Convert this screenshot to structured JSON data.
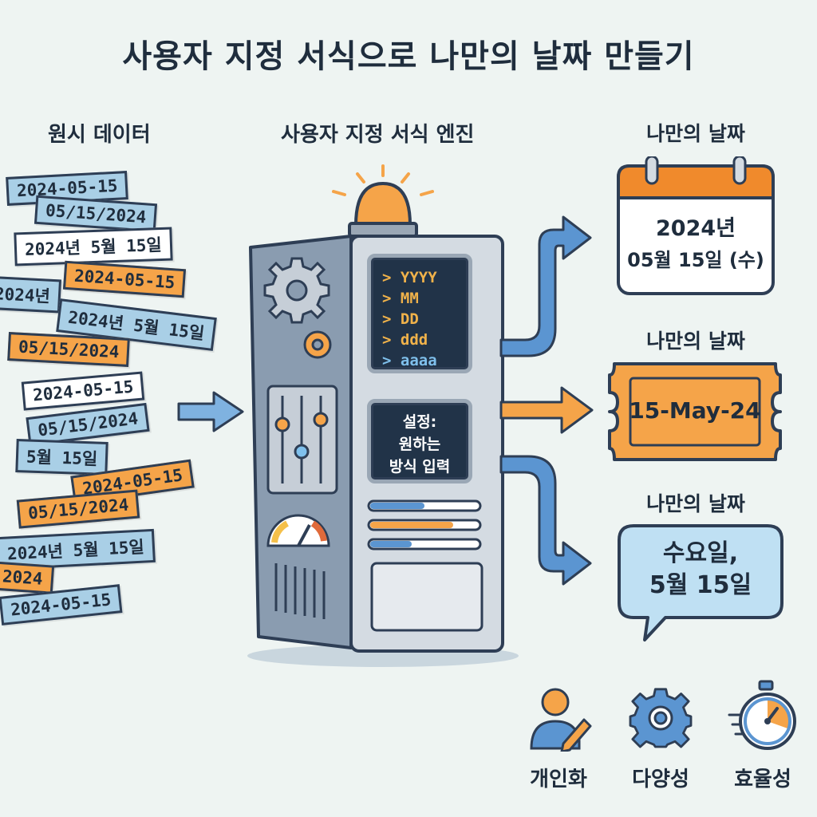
{
  "title": "사용자 지정 서식으로 나만의 날짜 만들기",
  "columns": {
    "raw": "원시 데이터",
    "engine": "사용자 지정 서식 엔진",
    "output": "나만의 날짜"
  },
  "raw_tags": [
    {
      "text": "2024-05-15",
      "color": "blue"
    },
    {
      "text": "05/15/2024",
      "color": "blue"
    },
    {
      "text": "2024년 5월 15일",
      "color": "white"
    },
    {
      "text": "2024년",
      "color": "blue"
    },
    {
      "text": "2024-05-15",
      "color": "orange"
    },
    {
      "text": "2024년 5월 15일",
      "color": "blue"
    },
    {
      "text": "05/15/2024",
      "color": "orange"
    },
    {
      "text": "2024-05-15",
      "color": "white"
    },
    {
      "text": "05/15/2024",
      "color": "blue"
    },
    {
      "text": "5월 15일",
      "color": "blue"
    },
    {
      "text": "2024-05-15",
      "color": "orange"
    },
    {
      "text": "05/15/2024",
      "color": "orange"
    },
    {
      "text": "2024년 5월 15일",
      "color": "blue"
    },
    {
      "text": "2024",
      "color": "orange"
    },
    {
      "text": "2024-05-15",
      "color": "blue"
    }
  ],
  "engine": {
    "format_codes": [
      "YYYY",
      "MM",
      "DD",
      "ddd",
      "aaaa"
    ],
    "code_prompt": ">",
    "settings_lines": [
      "설정:",
      "원하는",
      "방식 입력"
    ]
  },
  "outputs": {
    "calendar": {
      "label": "나만의 날짜",
      "line1": "2024년",
      "line2": "05월 15일 (수)"
    },
    "ticket": {
      "label": "나만의 날짜",
      "text": "15-May-24"
    },
    "bubble": {
      "label": "나만의 날짜",
      "line1": "수요일,",
      "line2": "5월 15일"
    }
  },
  "benefits": [
    {
      "label": "개인화",
      "icon": "person-edit-icon"
    },
    {
      "label": "다양성",
      "icon": "gear-icon"
    },
    {
      "label": "효율성",
      "icon": "stopwatch-icon"
    }
  ],
  "colors": {
    "orange": "#f5a449",
    "blue": "#a9cfe6",
    "arrow_blue": "#5b95d1",
    "dark": "#2e3e55",
    "background": "#eef4f2"
  }
}
